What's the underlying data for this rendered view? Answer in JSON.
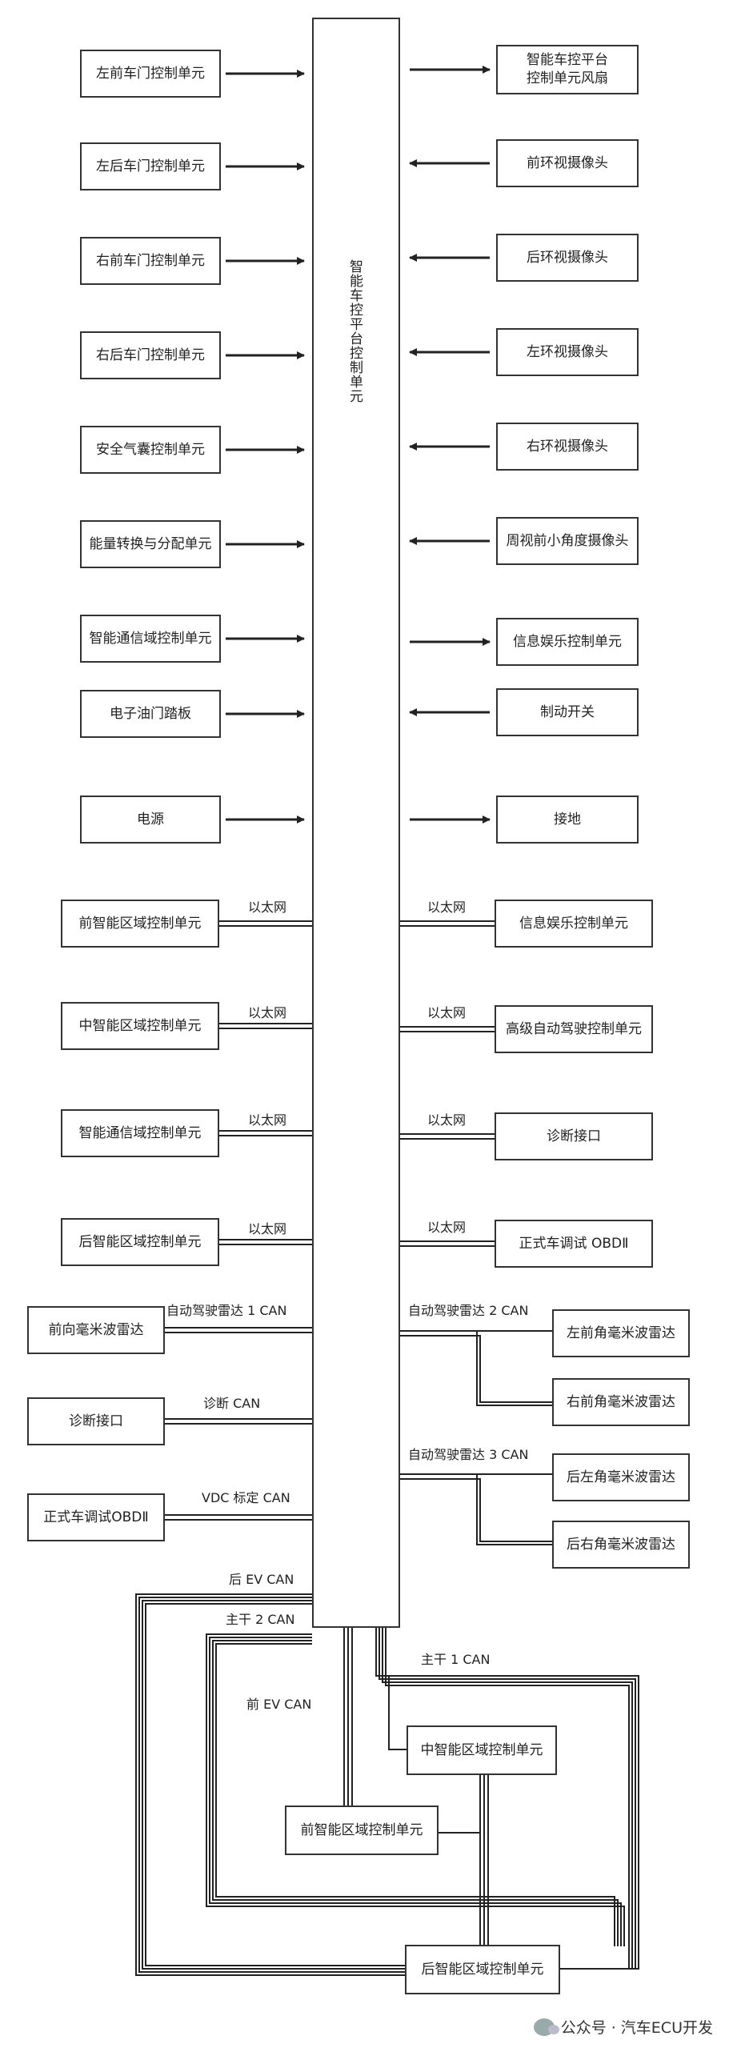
{
  "central": {
    "label": "智能车控平台控制单元"
  },
  "left_inputs": [
    {
      "label": "左前车门控制单元"
    },
    {
      "label": "左后车门控制单元"
    },
    {
      "label": "右前车门控制单元"
    },
    {
      "label": "右后车门控制单元"
    },
    {
      "label": "安全气囊控制单元"
    },
    {
      "label": "能量转换与分配单元"
    },
    {
      "label": "智能通信域控制单元"
    },
    {
      "label": "电子油门踏板"
    },
    {
      "label": "电源"
    }
  ],
  "right_items": [
    {
      "label": "智能车控平台\n控制单元风扇",
      "direction": "out"
    },
    {
      "label": "前环视摄像头",
      "direction": "in"
    },
    {
      "label": "后环视摄像头",
      "direction": "in"
    },
    {
      "label": "左环视摄像头",
      "direction": "in"
    },
    {
      "label": "右环视摄像头",
      "direction": "in"
    },
    {
      "label": "周视前小角度摄像头",
      "direction": "in"
    },
    {
      "label": "信息娱乐控制单元",
      "direction": "out"
    },
    {
      "label": "制动开关",
      "direction": "in"
    },
    {
      "label": "接地",
      "direction": "out"
    }
  ],
  "ethernet_left": [
    {
      "label": "前智能区域控制单元",
      "bus": "以太网"
    },
    {
      "label": "中智能区域控制单元",
      "bus": "以太网"
    },
    {
      "label": "智能通信域控制单元",
      "bus": "以太网"
    },
    {
      "label": "后智能区域控制单元",
      "bus": "以太网"
    }
  ],
  "ethernet_right": [
    {
      "label": "信息娱乐控制单元",
      "bus": "以太网"
    },
    {
      "label": "高级自动驾驶控制单元",
      "bus": "以太网"
    },
    {
      "label": "诊断接口",
      "bus": "以太网"
    },
    {
      "label": "正式车调试 OBDⅡ",
      "bus": "以太网"
    }
  ],
  "can_left": [
    {
      "label": "前向毫米波雷达",
      "bus": "自动驾驶雷达 1 CAN"
    },
    {
      "label": "诊断接口",
      "bus": "诊断 CAN"
    },
    {
      "label": "正式车调试OBDⅡ",
      "bus": "VDC 标定 CAN"
    }
  ],
  "can_right": {
    "bus2": "自动驾驶雷达 2 CAN",
    "bus3": "自动驾驶雷达 3 CAN",
    "radar_fl": "左前角毫米波雷达",
    "radar_fr": "右前角毫米波雷达",
    "radar_rl": "后左角毫米波雷达",
    "radar_rr": "后右角毫米波雷达"
  },
  "bottom": {
    "rear_ev_can": "后 EV CAN",
    "main2_can": "主干 2 CAN",
    "main1_can": "主干 1 CAN",
    "front_ev_can": "前 EV CAN",
    "mid_zone": "中智能区域控制单元",
    "front_zone": "前智能区域控制单元",
    "rear_zone": "后智能区域控制单元"
  },
  "watermark": "公众号 · 汽车ECU开发"
}
